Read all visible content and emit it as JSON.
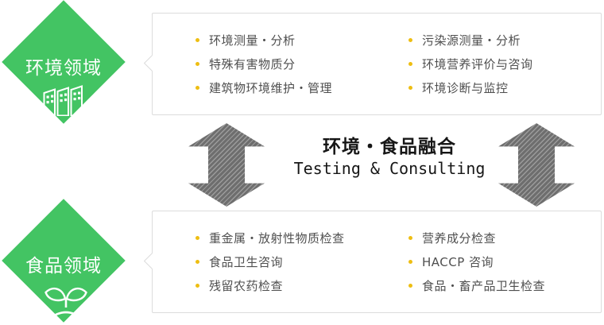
{
  "palette": {
    "diamond_green": "#43c463",
    "bullet_yellow": "#eebe12",
    "arrow_dark_gray": "#6e6e6e",
    "arrow_light_gray": "#9c9c9c",
    "box_border": "#dcdcdc",
    "list_text": "#4f4f4f",
    "title_text": "#161616",
    "diamond_text": "#ffffff"
  },
  "env_diamond": {
    "label": "环境领域",
    "icon": "buildings-icon"
  },
  "food_diamond": {
    "label": "食品领域",
    "icon": "sprout-icon"
  },
  "center": {
    "title": "环境・食品融合",
    "subtitle": "Testing & Consulting"
  },
  "env_box": {
    "left": [
      "环境测量・分析",
      "特殊有害物质分",
      "建筑物环境维护・管理"
    ],
    "right": [
      "污染源测量・分析",
      "环境营养评价与咨询",
      "环境诊断与监控"
    ]
  },
  "food_box": {
    "left": [
      "重金属・放射性物质检查",
      "食品卫生咨询",
      "残留农药检查"
    ],
    "right": [
      "营养成分检查",
      "HACCP 咨询",
      "食品・畜产品卫生检查"
    ]
  }
}
